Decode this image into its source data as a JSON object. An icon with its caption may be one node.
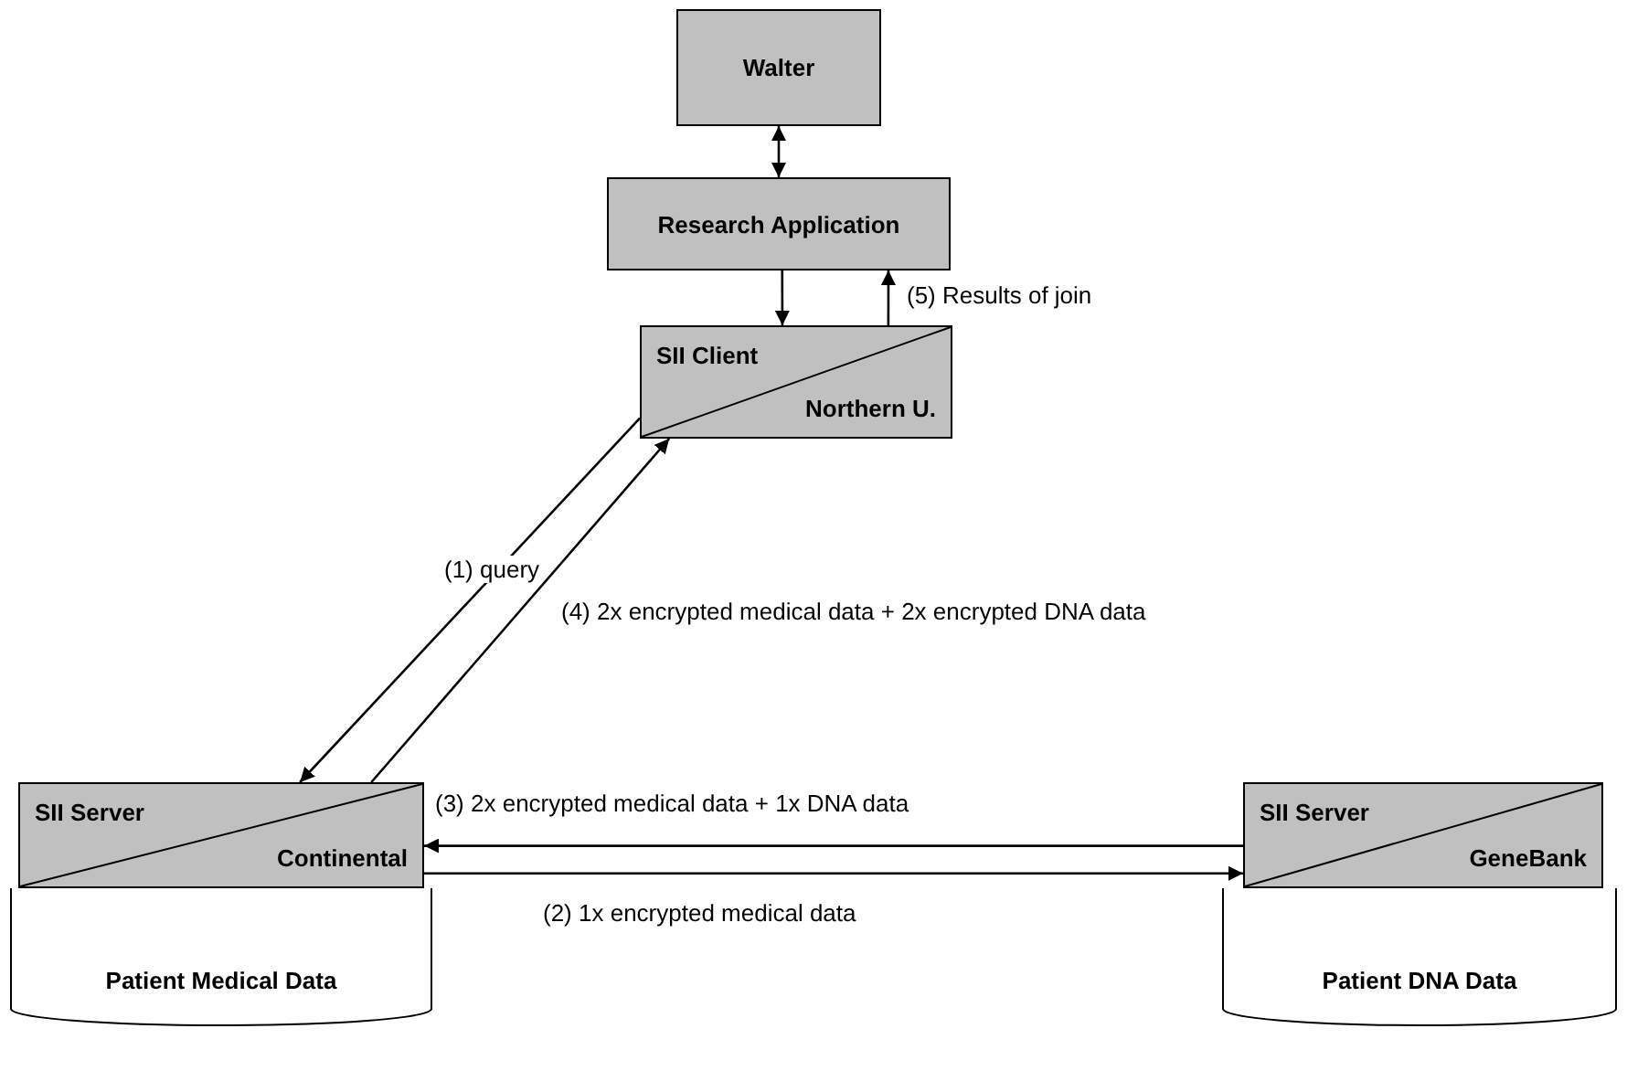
{
  "diagram": {
    "nodes": [
      {
        "text": [
          "Walter"
        ]
      },
      {
        "text": [
          "Research Application"
        ]
      },
      {
        "text": [
          "SII Client",
          "Northern U."
        ]
      },
      {
        "text": [
          "SII Server",
          "Continental"
        ]
      },
      {
        "text": [
          "Patient Medical Data"
        ]
      },
      {
        "text": [
          "SII Server",
          "GeneBank"
        ]
      },
      {
        "text": [
          "Patient DNA Data"
        ]
      }
    ],
    "edges": [
      {
        "from": 0,
        "to": 1,
        "arrow": "both"
      },
      {
        "from": 1,
        "to": 2,
        "arrow": "to"
      },
      {
        "from": 2,
        "to": 1,
        "arrow": "to",
        "label": "(5) Results of join"
      },
      {
        "from": 2,
        "to": 3,
        "arrow": "to",
        "label": "(1) query"
      },
      {
        "from": 3,
        "to": 2,
        "arrow": "to",
        "label": "(4) 2x encrypted medical data + 2x encrypted DNA data"
      },
      {
        "from": 5,
        "to": 3,
        "arrow": "to",
        "label": "(3) 2x encrypted medical data + 1x DNA data"
      },
      {
        "from": 3,
        "to": 5,
        "arrow": "to",
        "label": "(2) 1x encrypted medical data"
      }
    ]
  }
}
